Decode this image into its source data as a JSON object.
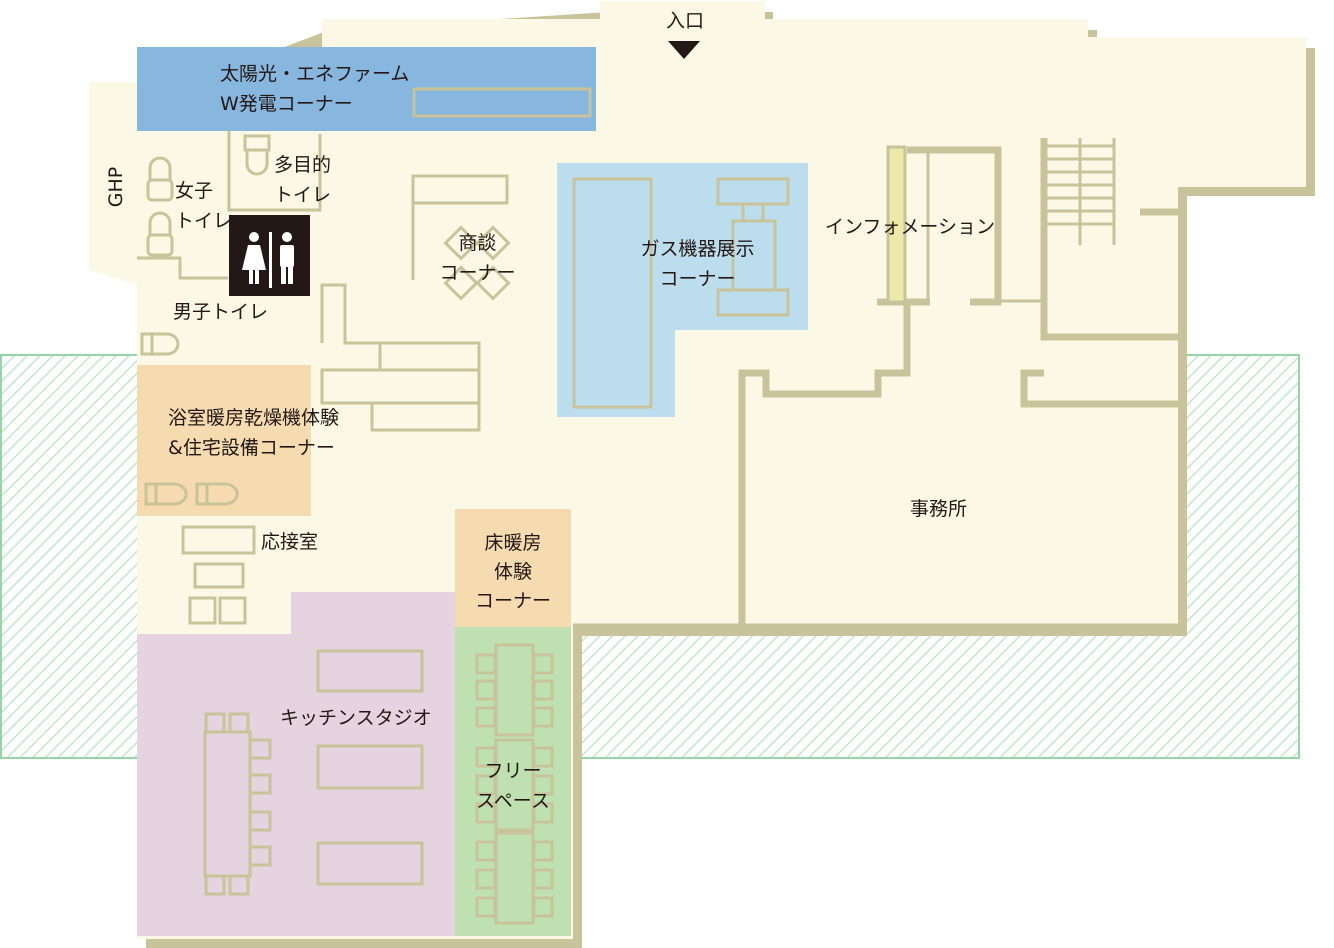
{
  "floor_map": {
    "entrance": "入口",
    "ghp": "GHP",
    "rooms": {
      "power_corner": [
        "太陽光・エネファーム",
        "W発電コーナー"
      ],
      "womens_toilet": [
        "女子",
        "トイレ"
      ],
      "multipurpose_toilet": [
        "多目的",
        "トイレ"
      ],
      "mens_toilet": "男子トイレ",
      "business_corner": [
        "商談",
        "コーナー"
      ],
      "gas_appliance_corner": [
        "ガス機器展示",
        "コーナー"
      ],
      "information": "インフォメーション",
      "bath_corner": [
        "浴室暖房乾燥機体験",
        "&住宅設備コーナー"
      ],
      "reception_room": "応接室",
      "office": "事務所",
      "floor_heating_corner": [
        "床暖房",
        "体験",
        "コーナー"
      ],
      "kitchen_studio": "キッチンスタジオ",
      "free_space": [
        "フリー",
        "スペース"
      ]
    },
    "colors": {
      "floor": "#fbf9e6",
      "wall": "#c8c39a",
      "power_corner": "#87b6df",
      "gas_corner": "#bcdded",
      "bath_corner": "#f7dbb0",
      "floor_heating": "#f7dbb0",
      "kitchen": "#e5d3df",
      "free_space": "#bfe0b0",
      "outdoor_area": "#97d5a8",
      "toilet_sign": "#231815"
    },
    "icons": [
      "restroom-sign-icon",
      "entrance-arrow-icon"
    ]
  }
}
